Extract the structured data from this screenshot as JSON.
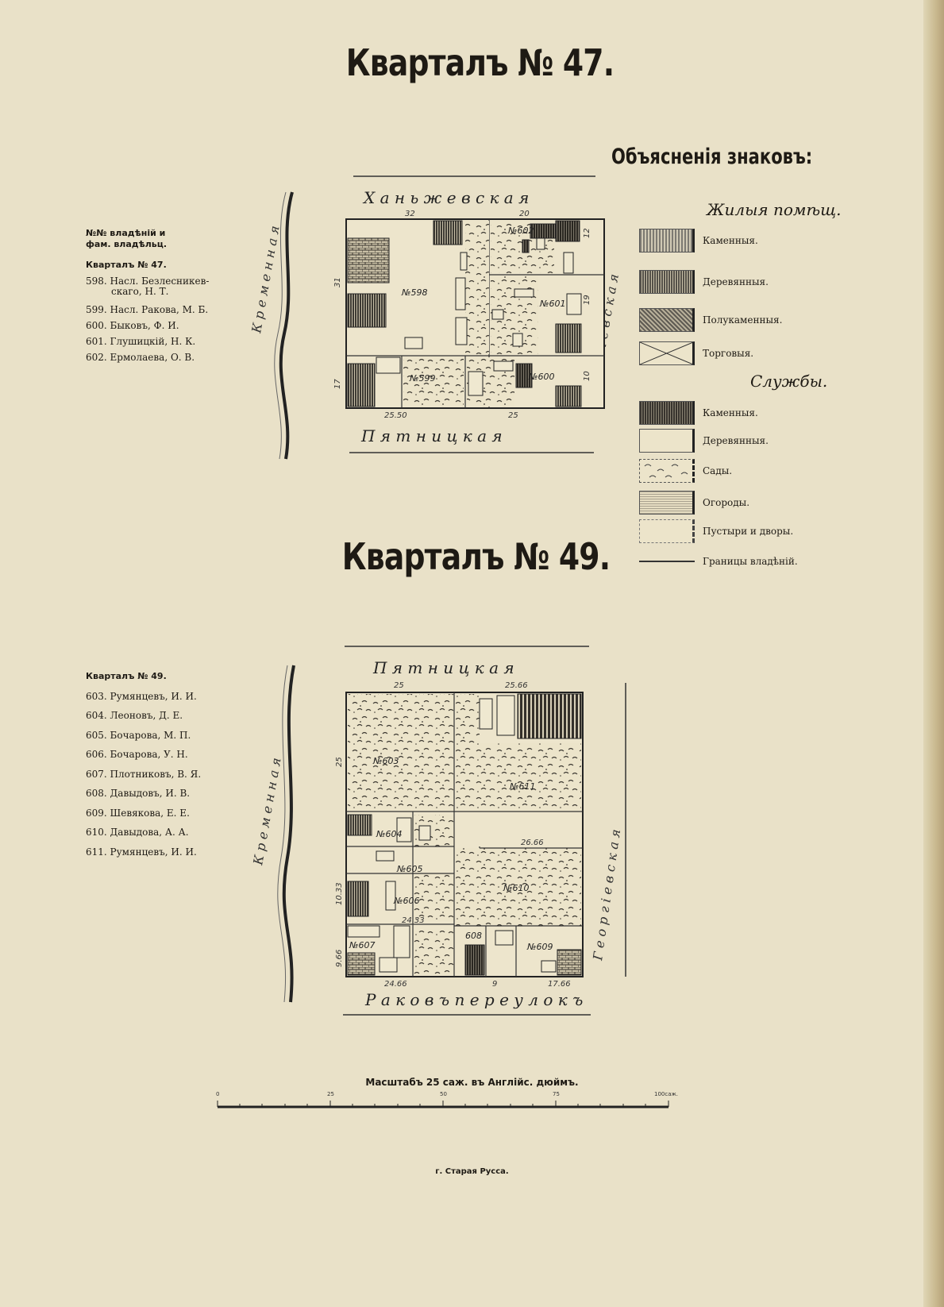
{
  "page": {
    "title_47": "Кварталъ № 47.",
    "title_49": "Кварталъ № 49.",
    "scale_caption": "Масштабъ 25 саж. въ Англійс. дюймъ.",
    "city_caption": "г. Старая Русса."
  },
  "owners_header": [
    "№№ владѣній и",
    "фам. владѣльц."
  ],
  "block47": {
    "heading": "Кварталъ № 47.",
    "owners": [
      {
        "text": [
          "598. Насл. Безлесникев-",
          "скаго, Н. Т."
        ]
      },
      {
        "text": [
          "599. Насл. Ракова, М. Б."
        ]
      },
      {
        "text": [
          "600. Быковъ, Ф. И."
        ]
      },
      {
        "text": [
          "601. Глушицкій, Н. К."
        ]
      },
      {
        "text": [
          "602. Ермолаева, О. В."
        ]
      }
    ],
    "streets": {
      "top": "Х а н ь ж е в с к а я",
      "bottom": "П я т н и ц к а я",
      "right": "Г е о р г і е в с к а я",
      "left": "К р е м е н н а я"
    },
    "lots": [
      "№598",
      "№599",
      "№600",
      "№601",
      "№602"
    ],
    "dimensions": [
      "32",
      "20",
      "25.50",
      "25",
      "12",
      "31",
      "19",
      "10",
      "17"
    ]
  },
  "block49": {
    "heading": "Кварталъ № 49.",
    "owners": [
      {
        "text": [
          "603. Румянцевъ, И. И."
        ]
      },
      {
        "text": [
          "604. Леоновъ, Д. Е."
        ]
      },
      {
        "text": [
          "605. Бочарова, М. П."
        ]
      },
      {
        "text": [
          "606. Бочарова, У. Н."
        ]
      },
      {
        "text": [
          "607. Плотниковъ, В. Я."
        ]
      },
      {
        "text": [
          "608. Давыдовъ, И. В."
        ]
      },
      {
        "text": [
          "609. Шевякова, Е. Е."
        ]
      },
      {
        "text": [
          "610. Давыдова, А. А."
        ]
      },
      {
        "text": [
          "611. Румянцевъ, И. И."
        ]
      }
    ],
    "streets": {
      "top": "П я т н и ц к а я",
      "bottom": "Р а к о в ъ   п е р е у л о к ъ",
      "right": "Г е о р г і е в с к а я",
      "left": "К р е м е н н а я"
    },
    "lots": [
      "№603",
      "№604",
      "№605",
      "№606",
      "№607",
      "608",
      "№609",
      "№610",
      "№611"
    ],
    "dimensions": [
      "25",
      "25.66",
      "25",
      "26.66",
      "10.33",
      "24.33",
      "9.66",
      "24.66",
      "17.66",
      "9"
    ]
  },
  "legend": {
    "title": "Объясненія знаковъ:",
    "living_heading": "Жилыя помѣщ.",
    "living": [
      "Каменныя.",
      "Деревянныя.",
      "Полукаменныя.",
      "Торговыя."
    ],
    "services_heading": "Службы.",
    "services": [
      "Каменныя.",
      "Деревянныя.",
      "Сады.",
      "Огороды.",
      "Пустыри и дворы.",
      "Границы владѣній."
    ]
  },
  "scale": {
    "tick_labels": [
      "0",
      "25",
      "50",
      "75",
      "100саж."
    ]
  },
  "colors": {
    "paper": "#e9e1c8",
    "ink": "#1e1a14"
  }
}
